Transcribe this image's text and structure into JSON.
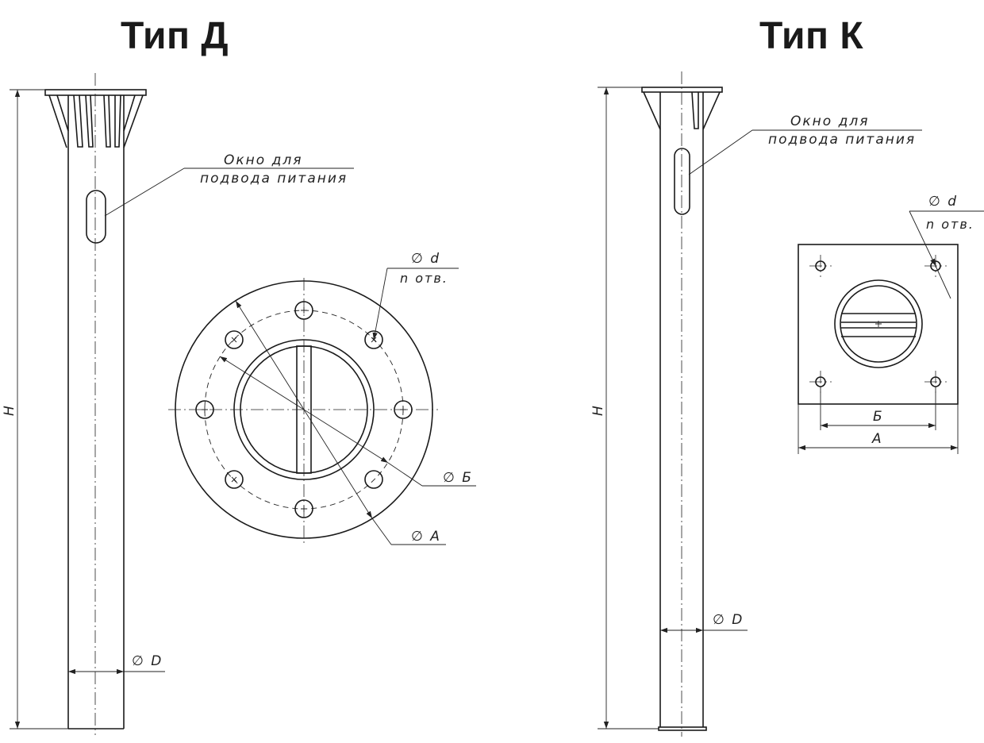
{
  "titles": {
    "type_d": "Тип Д",
    "type_k": "Тип К"
  },
  "labels": {
    "window_line1": "Окно для",
    "window_line2": "подвода питания",
    "height": "H",
    "diameter_pipe": "∅ D",
    "hole_diameter": "∅ d",
    "hole_count": "n отв.",
    "flange_b": "∅ Б",
    "flange_a": "∅ А",
    "square_b": "Б",
    "square_a": "А"
  }
}
